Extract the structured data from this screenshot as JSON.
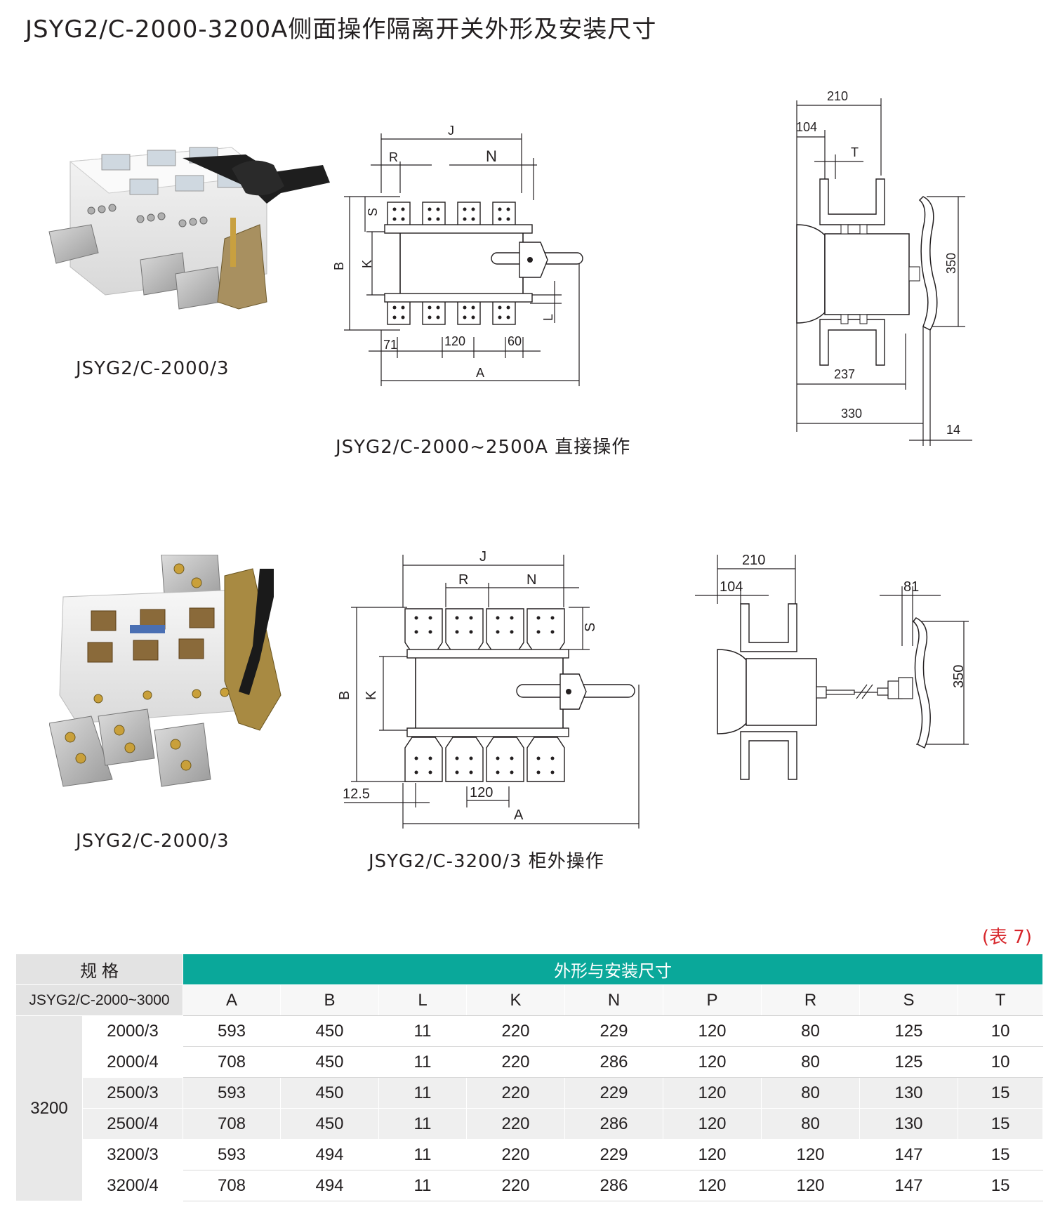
{
  "title": "JSYG2/C-2000-3200A侧面操作隔离开关外形及安装尺寸",
  "section1": {
    "photo_caption": "JSYG2/C-2000/3",
    "drawing_caption": "JSYG2/C-2000~2500A 直接操作",
    "front_labels": {
      "J": "J",
      "R": "R",
      "N": "N",
      "S": "S",
      "B": "B",
      "K": "K",
      "L": "L",
      "A": "A",
      "d71": "71",
      "d120": "120",
      "d60": "60"
    },
    "side_labels": {
      "d210": "210",
      "d104": "104",
      "T": "T",
      "d350": "350",
      "d237": "237",
      "d330": "330",
      "d14": "14"
    }
  },
  "section2": {
    "photo_caption": "JSYG2/C-2000/3",
    "drawing_caption": "JSYG2/C-3200/3 柜外操作",
    "front_labels": {
      "J": "J",
      "R": "R",
      "N": "N",
      "S": "S",
      "B": "B",
      "K": "K",
      "A": "A",
      "d125": "12.5",
      "d120": "120"
    },
    "side_labels": {
      "d210": "210",
      "d104": "104",
      "d81": "81",
      "d350": "350"
    }
  },
  "table": {
    "note": "(表 7)",
    "spec_label": "规 格",
    "dims_label": "外形与安装尺寸",
    "model_label": "JSYG2/C-2000~3000",
    "columns": [
      "A",
      "B",
      "L",
      "K",
      "N",
      "P",
      "R",
      "S",
      "T"
    ],
    "group_label": "3200",
    "rows": [
      {
        "model": "2000/3",
        "values": [
          "593",
          "450",
          "11",
          "220",
          "229",
          "120",
          "80",
          "125",
          "10"
        ]
      },
      {
        "model": "2000/4",
        "values": [
          "708",
          "450",
          "11",
          "220",
          "286",
          "120",
          "80",
          "125",
          "10"
        ]
      },
      {
        "model": "2500/3",
        "values": [
          "593",
          "450",
          "11",
          "220",
          "229",
          "120",
          "80",
          "130",
          "15"
        ]
      },
      {
        "model": "2500/4",
        "values": [
          "708",
          "450",
          "11",
          "220",
          "286",
          "120",
          "80",
          "130",
          "15"
        ]
      },
      {
        "model": "3200/3",
        "values": [
          "593",
          "494",
          "11",
          "220",
          "229",
          "120",
          "120",
          "147",
          "15"
        ]
      },
      {
        "model": "3200/4",
        "values": [
          "708",
          "494",
          "11",
          "220",
          "286",
          "120",
          "120",
          "147",
          "15"
        ]
      }
    ]
  }
}
